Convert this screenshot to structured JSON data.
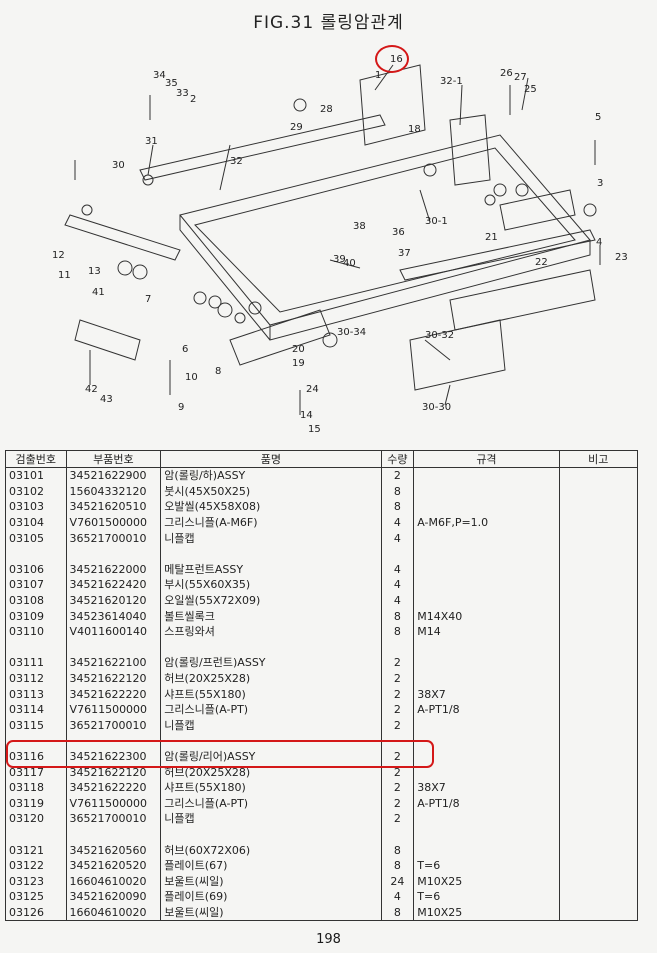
{
  "title": "FIG.31 롤링암관계",
  "page_number": "198",
  "highlight_color": "#d41818",
  "diagram_labels": [
    "16",
    "1",
    "32-1",
    "26",
    "27",
    "25",
    "5",
    "34",
    "35",
    "33",
    "2",
    "28",
    "29",
    "18",
    "3",
    "4",
    "32",
    "31",
    "30",
    "30-1",
    "21",
    "12",
    "11",
    "13",
    "41",
    "38",
    "39",
    "40",
    "36",
    "37",
    "22",
    "23",
    "9",
    "10",
    "7",
    "6",
    "8",
    "20",
    "19",
    "24",
    "15",
    "14",
    "42",
    "43",
    "30-34",
    "30-32",
    "30-30"
  ],
  "table": {
    "headers": [
      "검출번호",
      "부품번호",
      "품명",
      "수량",
      "규격",
      "비고"
    ],
    "rows": [
      {
        "code": "03101",
        "part": "34521622900",
        "name": "암(롤링/하)ASSY",
        "qty": "2",
        "spec": ""
      },
      {
        "code": "03102",
        "part": "15604332120",
        "name": "붓시(45X50X25)",
        "qty": "8",
        "spec": ""
      },
      {
        "code": "03103",
        "part": "34521620510",
        "name": "오발씰(45X58X08)",
        "qty": "8",
        "spec": ""
      },
      {
        "code": "03104",
        "part": "V7601500000",
        "name": "그리스니플(A-M6F)",
        "qty": "4",
        "spec": "A-M6F,P=1.0"
      },
      {
        "code": "03105",
        "part": "36521700010",
        "name": "니플캡",
        "qty": "4",
        "spec": ""
      },
      {
        "code": "",
        "part": "",
        "name": "",
        "qty": "",
        "spec": ""
      },
      {
        "code": "03106",
        "part": "34521622000",
        "name": "메탈프런트ASSY",
        "qty": "4",
        "spec": ""
      },
      {
        "code": "03107",
        "part": "34521622420",
        "name": "부시(55X60X35)",
        "qty": "4",
        "spec": ""
      },
      {
        "code": "03108",
        "part": "34521620120",
        "name": "오일씰(55X72X09)",
        "qty": "4",
        "spec": ""
      },
      {
        "code": "03109",
        "part": "34523614040",
        "name": "볼트씰록크",
        "qty": "8",
        "spec": "M14X40"
      },
      {
        "code": "03110",
        "part": "V4011600140",
        "name": "스프링와셔",
        "qty": "8",
        "spec": "M14"
      },
      {
        "code": "",
        "part": "",
        "name": "",
        "qty": "",
        "spec": ""
      },
      {
        "code": "03111",
        "part": "34521622100",
        "name": "암(롤링/프런트)ASSY",
        "qty": "2",
        "spec": ""
      },
      {
        "code": "03112",
        "part": "34521622120",
        "name": "허브(20X25X28)",
        "qty": "2",
        "spec": ""
      },
      {
        "code": "03113",
        "part": "34521622220",
        "name": "샤프트(55X180)",
        "qty": "2",
        "spec": "38X7"
      },
      {
        "code": "03114",
        "part": "V7611500000",
        "name": "그리스니플(A-PT)",
        "qty": "2",
        "spec": "A-PT1/8"
      },
      {
        "code": "03115",
        "part": "36521700010",
        "name": "니플캡",
        "qty": "2",
        "spec": ""
      },
      {
        "code": "",
        "part": "",
        "name": "",
        "qty": "",
        "spec": ""
      },
      {
        "code": "03116",
        "part": "34521622300",
        "name": "암(롤링/리어)ASSY",
        "qty": "2",
        "spec": ""
      },
      {
        "code": "03117",
        "part": "34521622120",
        "name": "허브(20X25X28)",
        "qty": "2",
        "spec": ""
      },
      {
        "code": "03118",
        "part": "34521622220",
        "name": "샤프트(55X180)",
        "qty": "2",
        "spec": "38X7"
      },
      {
        "code": "03119",
        "part": "V7611500000",
        "name": "그리스니플(A-PT)",
        "qty": "2",
        "spec": "A-PT1/8"
      },
      {
        "code": "03120",
        "part": "36521700010",
        "name": "니플캡",
        "qty": "2",
        "spec": ""
      },
      {
        "code": "",
        "part": "",
        "name": "",
        "qty": "",
        "spec": ""
      },
      {
        "code": "03121",
        "part": "34521620560",
        "name": "허브(60X72X06)",
        "qty": "8",
        "spec": ""
      },
      {
        "code": "03122",
        "part": "34521620520",
        "name": "플레이트(67)",
        "qty": "8",
        "spec": "T=6"
      },
      {
        "code": "03123",
        "part": "16604610020",
        "name": "보울트(씨일)",
        "qty": "24",
        "spec": "M10X25"
      },
      {
        "code": "03125",
        "part": "34521620090",
        "name": "플레이트(69)",
        "qty": "4",
        "spec": "T=6"
      },
      {
        "code": "03126",
        "part": "16604610020",
        "name": "보울트(씨일)",
        "qty": "8",
        "spec": "M10X25"
      }
    ]
  }
}
